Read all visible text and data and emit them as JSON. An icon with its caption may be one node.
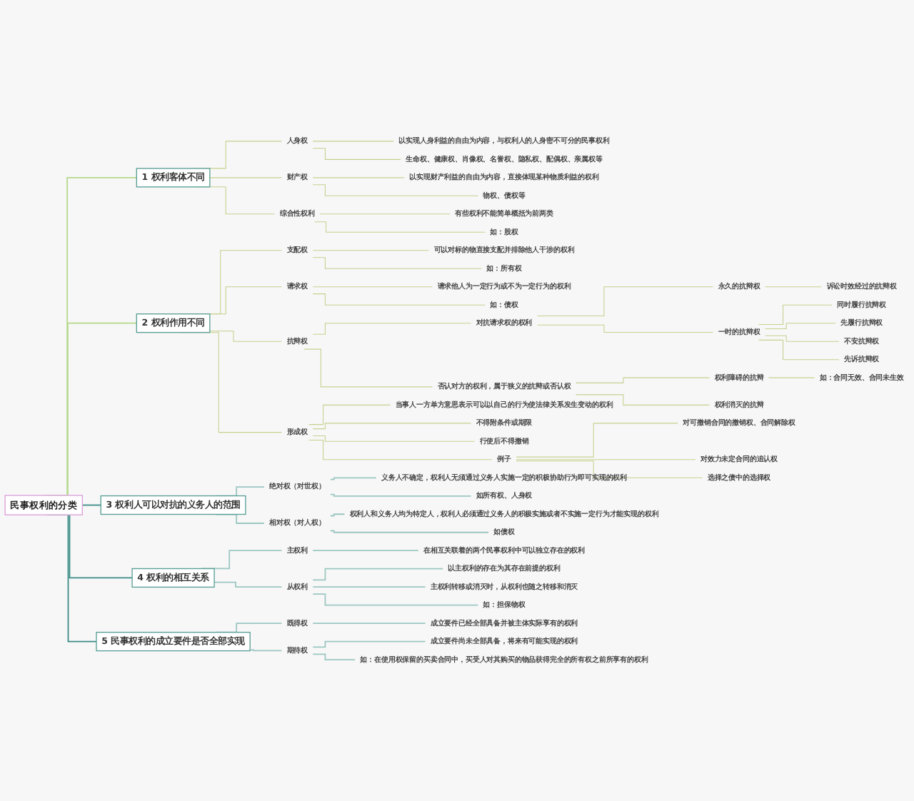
{
  "diagram": {
    "nodes": [
      {
        "text": [
          "民事权利的分类"
        ]
      },
      {
        "text": [
          "1 权利客体不同"
        ]
      },
      {
        "text": [
          "人身权"
        ]
      },
      {
        "text": [
          "以实现人身利益的自由为内容，与权利人的人身密不可分的民事权利"
        ]
      },
      {
        "text": [
          "生命权、健康权、肖像权、名誉权、隐私权、配偶权、亲属权等"
        ]
      },
      {
        "text": [
          "财产权"
        ]
      },
      {
        "text": [
          "以实现财产利益的自由为内容，直接体现某种物质利益的权利"
        ]
      },
      {
        "text": [
          "物权、债权等"
        ]
      },
      {
        "text": [
          "综合性权利"
        ]
      },
      {
        "text": [
          "有些权利不能简单概括为前两类"
        ]
      },
      {
        "text": [
          "如：股权"
        ]
      },
      {
        "text": [
          "2 权利作用不同"
        ]
      },
      {
        "text": [
          "支配权"
        ]
      },
      {
        "text": [
          "可以对标的物直接支配并排除他人干涉的权利"
        ]
      },
      {
        "text": [
          "如：所有权"
        ]
      },
      {
        "text": [
          "请求权"
        ]
      },
      {
        "text": [
          "请求他人为一定行为或不为一定行为的权利"
        ]
      },
      {
        "text": [
          "如：债权"
        ]
      },
      {
        "text": [
          "抗辩权"
        ]
      },
      {
        "text": [
          "对抗请求权的权利"
        ]
      },
      {
        "text": [
          "永久的抗辩权"
        ]
      },
      {
        "text": [
          "诉讼时效经过的抗辩权"
        ]
      },
      {
        "text": [
          "一时的抗辩权"
        ]
      },
      {
        "text": [
          "同时履行抗辩权"
        ]
      },
      {
        "text": [
          "先履行抗辩权"
        ]
      },
      {
        "text": [
          "不安抗辩权"
        ]
      },
      {
        "text": [
          "先诉抗辩权"
        ]
      },
      {
        "text": [
          "否认对方的权利，属于狭义的抗辩或否认权"
        ]
      },
      {
        "text": [
          "权利障碍的抗辩"
        ]
      },
      {
        "text": [
          "如：合同无效、合同未生效"
        ]
      },
      {
        "text": [
          "权利消灭的抗辩"
        ]
      },
      {
        "text": [
          "形成权"
        ]
      },
      {
        "text": [
          "当事人一方单方意思表示可以以自己的行为使法律关系发生变动的权利"
        ]
      },
      {
        "text": [
          "不得附条件或期限"
        ]
      },
      {
        "text": [
          "行使后不得撤销"
        ]
      },
      {
        "text": [
          "例子"
        ]
      },
      {
        "text": [
          "对可撤销合同的撤销权、合同解除权"
        ]
      },
      {
        "text": [
          "对效力未定合同的追认权"
        ]
      },
      {
        "text": [
          "选择之债中的选择权"
        ]
      },
      {
        "text": [
          "3 权利人可以对抗的义务人的范围"
        ]
      },
      {
        "text": [
          "绝对权（对世权）"
        ]
      },
      {
        "text": [
          "义务人不确定，权利人无须通过义务人实施一定的积极协助行为即可实现的权利"
        ]
      },
      {
        "text": [
          "如所有权、人身权"
        ]
      },
      {
        "text": [
          "相对权（对人权）"
        ]
      },
      {
        "text": [
          "权利人和义务人均为特定人，权利人必须通过义务人的积极实施或者不实施一定行为才能实现的权利"
        ]
      },
      {
        "text": [
          "如债权"
        ]
      },
      {
        "text": [
          "4 权利的相互关系"
        ]
      },
      {
        "text": [
          "主权利"
        ]
      },
      {
        "text": [
          "在相互关联着的两个民事权利中可以独立存在的权利"
        ]
      },
      {
        "text": [
          "从权利"
        ]
      },
      {
        "text": [
          "以主权利的存在为其存在前提的权利"
        ]
      },
      {
        "text": [
          "主权利转移或消灭时，从权利也随之转移和消灭"
        ]
      },
      {
        "text": [
          "如：担保物权"
        ]
      },
      {
        "text": [
          "5 民事权利的成立要件是否全部实现"
        ]
      },
      {
        "text": [
          "既得权"
        ]
      },
      {
        "text": [
          "成立要件已经全部具备并被主体实际享有的权利"
        ]
      },
      {
        "text": [
          "期待权"
        ]
      },
      {
        "text": [
          "成立要件尚未全部具备，将来有可能实现的权利"
        ]
      },
      {
        "text": [
          "如：在使用权保留的买卖合同中，买受人对其购买的物品获得完全的所有权之前所享有的权利"
        ]
      }
    ],
    "edges": [
      {
        "from": 0,
        "to": 1,
        "arrow": "none",
        "color": "#b5d98a"
      },
      {
        "from": 1,
        "to": 2,
        "arrow": "none"
      },
      {
        "from": 2,
        "to": 3,
        "arrow": "none"
      },
      {
        "from": 2,
        "to": 4,
        "arrow": "none"
      },
      {
        "from": 1,
        "to": 5,
        "arrow": "none"
      },
      {
        "from": 5,
        "to": 6,
        "arrow": "none"
      },
      {
        "from": 5,
        "to": 7,
        "arrow": "none"
      },
      {
        "from": 1,
        "to": 8,
        "arrow": "none"
      },
      {
        "from": 8,
        "to": 9,
        "arrow": "none"
      },
      {
        "from": 8,
        "to": 10,
        "arrow": "none"
      },
      {
        "from": 0,
        "to": 11,
        "arrow": "none",
        "color": "#b5d98a"
      },
      {
        "from": 11,
        "to": 12,
        "arrow": "none"
      },
      {
        "from": 12,
        "to": 13,
        "arrow": "none"
      },
      {
        "from": 12,
        "to": 14,
        "arrow": "none"
      },
      {
        "from": 11,
        "to": 15,
        "arrow": "none"
      },
      {
        "from": 15,
        "to": 16,
        "arrow": "none"
      },
      {
        "from": 15,
        "to": 17,
        "arrow": "none"
      },
      {
        "from": 11,
        "to": 18,
        "arrow": "none"
      },
      {
        "from": 18,
        "to": 19,
        "arrow": "none"
      },
      {
        "from": 19,
        "to": 20,
        "arrow": "none"
      },
      {
        "from": 20,
        "to": 21,
        "arrow": "none"
      },
      {
        "from": 19,
        "to": 22,
        "arrow": "none"
      },
      {
        "from": 22,
        "to": 23,
        "arrow": "none"
      },
      {
        "from": 22,
        "to": 24,
        "arrow": "none"
      },
      {
        "from": 22,
        "to": 25,
        "arrow": "none"
      },
      {
        "from": 22,
        "to": 26,
        "arrow": "none"
      },
      {
        "from": 18,
        "to": 27,
        "arrow": "none"
      },
      {
        "from": 27,
        "to": 28,
        "arrow": "none"
      },
      {
        "from": 28,
        "to": 29,
        "arrow": "none"
      },
      {
        "from": 27,
        "to": 30,
        "arrow": "none"
      },
      {
        "from": 11,
        "to": 31,
        "arrow": "none"
      },
      {
        "from": 31,
        "to": 32,
        "arrow": "none"
      },
      {
        "from": 31,
        "to": 33,
        "arrow": "none"
      },
      {
        "from": 31,
        "to": 34,
        "arrow": "none"
      },
      {
        "from": 31,
        "to": 35,
        "arrow": "none"
      },
      {
        "from": 35,
        "to": 36,
        "arrow": "none"
      },
      {
        "from": 35,
        "to": 37,
        "arrow": "none"
      },
      {
        "from": 35,
        "to": 38,
        "arrow": "none"
      },
      {
        "from": 0,
        "to": 39,
        "arrow": "none",
        "color": "#3a8c86"
      },
      {
        "from": 39,
        "to": 40,
        "arrow": "none",
        "color": "#9cc7c2"
      },
      {
        "from": 40,
        "to": 41,
        "arrow": "none",
        "color": "#9cc7c2"
      },
      {
        "from": 40,
        "to": 42,
        "arrow": "none",
        "color": "#9cc7c2"
      },
      {
        "from": 39,
        "to": 43,
        "arrow": "none",
        "color": "#9cc7c2"
      },
      {
        "from": 43,
        "to": 44,
        "arrow": "none",
        "color": "#9cc7c2"
      },
      {
        "from": 43,
        "to": 45,
        "arrow": "none",
        "color": "#9cc7c2"
      },
      {
        "from": 0,
        "to": 46,
        "arrow": "none",
        "color": "#3a8c86"
      },
      {
        "from": 46,
        "to": 47,
        "arrow": "none",
        "color": "#9cc7c2"
      },
      {
        "from": 47,
        "to": 48,
        "arrow": "none",
        "color": "#9cc7c2"
      },
      {
        "from": 46,
        "to": 49,
        "arrow": "none",
        "color": "#9cc7c2"
      },
      {
        "from": 49,
        "to": 50,
        "arrow": "none",
        "color": "#9cc7c2"
      },
      {
        "from": 49,
        "to": 51,
        "arrow": "none",
        "color": "#9cc7c2"
      },
      {
        "from": 49,
        "to": 52,
        "arrow": "none",
        "color": "#9cc7c2"
      },
      {
        "from": 0,
        "to": 53,
        "arrow": "none",
        "color": "#3a8c86"
      },
      {
        "from": 53,
        "to": 54,
        "arrow": "none",
        "color": "#9cc7c2"
      },
      {
        "from": 54,
        "to": 55,
        "arrow": "none",
        "color": "#9cc7c2"
      },
      {
        "from": 53,
        "to": 56,
        "arrow": "none",
        "color": "#9cc7c2"
      },
      {
        "from": 56,
        "to": 57,
        "arrow": "none",
        "color": "#9cc7c2"
      },
      {
        "from": 56,
        "to": 58,
        "arrow": "none",
        "color": "#9cc7c2"
      }
    ]
  }
}
